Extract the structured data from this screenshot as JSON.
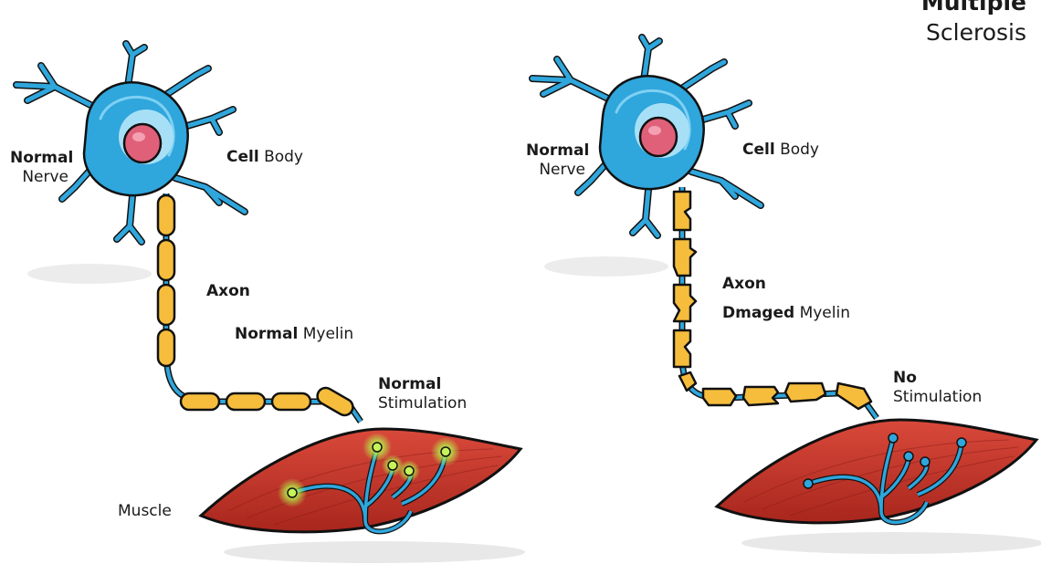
{
  "title": {
    "bold": "Multiple",
    "regular": "Sclerosis"
  },
  "left": {
    "nerve_bold": "Normal",
    "nerve_reg": "Nerve",
    "cell_bold": "Cell",
    "cell_reg": "Body",
    "axon": "Axon",
    "myelin_bold": "Normal",
    "myelin_reg": "Myelin",
    "stim_bold": "Normal",
    "stim_reg": "Stimulation",
    "muscle": "Muscle"
  },
  "right": {
    "nerve_bold": "Normal",
    "nerve_reg": "Nerve",
    "cell_bold": "Cell",
    "cell_reg": "Body",
    "axon": "Axon",
    "myelin_bold": "Dmaged",
    "myelin_reg": "Myelin",
    "stim_bold": "No",
    "stim_reg": "Stimulation"
  },
  "colors": {
    "cell": "#2fa6dc",
    "cell_dark": "#1a7fb4",
    "nucleus": "#e0607a",
    "myelin": "#f6bd3c",
    "axon": "#2fa6dc",
    "muscle": "#c8382c",
    "glow": "#b7f24a"
  }
}
